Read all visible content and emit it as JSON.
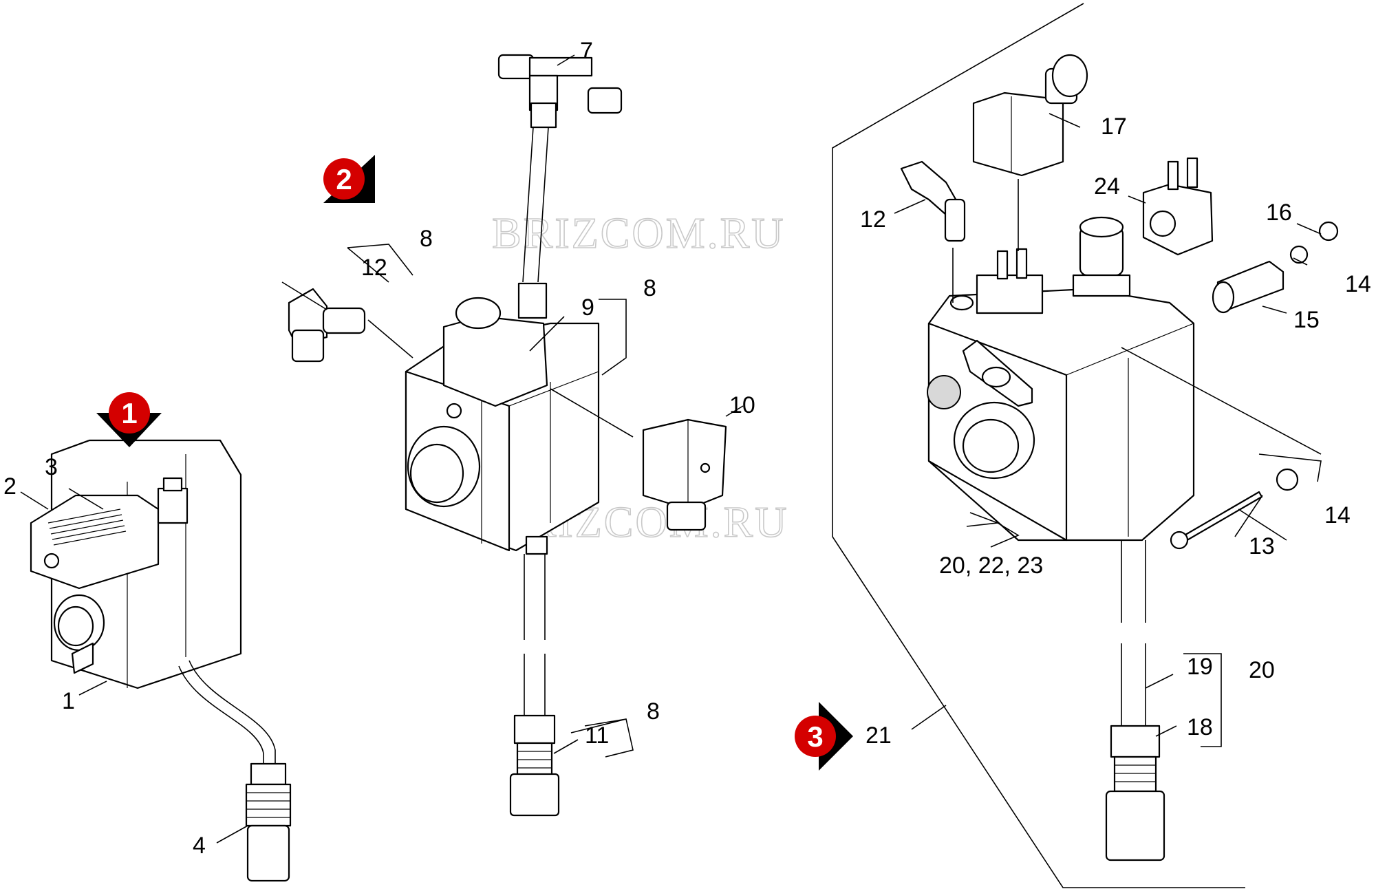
{
  "watermark": "BRIZCOM.RU",
  "badges": {
    "group1": "1",
    "group2": "2",
    "group3": "3"
  },
  "labels": {
    "g1_1": "1",
    "g1_2": "2",
    "g1_3": "3",
    "g1_4": "4",
    "g2_7": "7",
    "g2_8a": "8",
    "g2_12": "12",
    "g2_8b": "8",
    "g2_9": "9",
    "g2_10": "10",
    "g2_8c": "8",
    "g2_11": "11",
    "g3_17": "17",
    "g3_24": "24",
    "g3_12": "12",
    "g3_16": "16",
    "g3_14a": "14",
    "g3_15": "15",
    "g3_14b": "14",
    "g3_13": "13",
    "g3_20_22_23": "20, 22, 23",
    "g3_19": "19",
    "g3_20": "20",
    "g3_18": "18",
    "g3_21": "21"
  }
}
